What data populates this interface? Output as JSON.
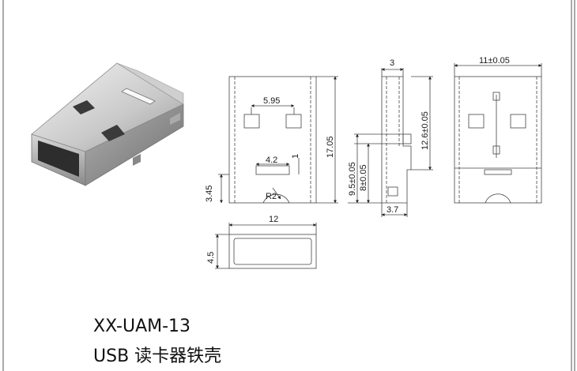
{
  "drawing": {
    "product_code": "XX-UAM-13",
    "product_desc": "USB 读卡器铁壳",
    "dims": {
      "front_slot_w": "5.95",
      "front_height": "17.05",
      "front_tab_w": "4.2",
      "front_tab_h": "1",
      "front_bottom": "3.45",
      "front_radius": "R2",
      "side_top": "3",
      "side_height": "12.6±0.05",
      "side_mid": "9.5±0.05",
      "side_low": "8±0.05",
      "side_base": "3.7",
      "back_width": "11±0.05",
      "end_width": "12",
      "end_height": "4.5"
    }
  }
}
